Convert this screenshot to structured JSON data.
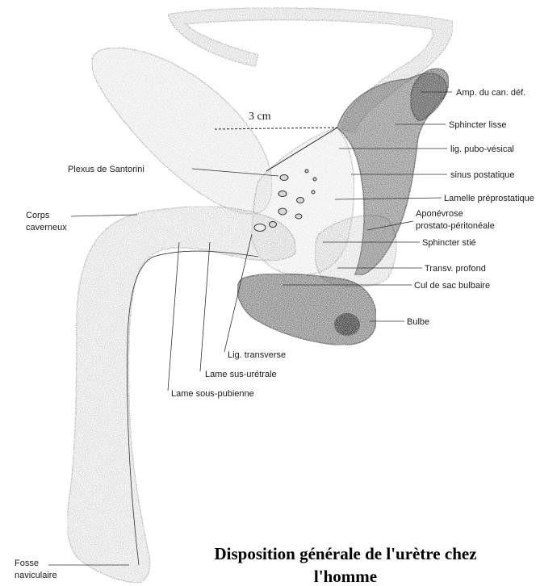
{
  "title": {
    "line1": "Disposition générale de l'urètre chez",
    "line2": "l'homme"
  },
  "measurement": "3 cm",
  "labels": {
    "amp_can_def": "Amp. du can. déf.",
    "sphincter_lisse": "Sphincter lisse",
    "lig_pubo_vesical": "lig. pubo-vésical",
    "plexus_santorini": "Plexus de Santorini",
    "sinus_postatique": "sinus postatique",
    "lamelle_preprostatique": "Lamelle préprostatique",
    "corps_caverneux_1": "Corps",
    "corps_caverneux_2": "caverneux",
    "aponevrose_1": "Aponévrose",
    "aponevrose_2": "prostato-péritonéale",
    "sphincter_strie": "Sphincter stié",
    "transv_profond": "Transv. profond",
    "cul_de_sac": "Cul de sac bulbaire",
    "bulbe": "Bulbe",
    "lig_transverse": "Lig. transverse",
    "lame_sus_uretrale": "Lame sus-urétrale",
    "lame_sous_pubienne": "Lame sous-pubienne",
    "fosse_1": "Fosse",
    "fosse_2": "naviculaire"
  }
}
